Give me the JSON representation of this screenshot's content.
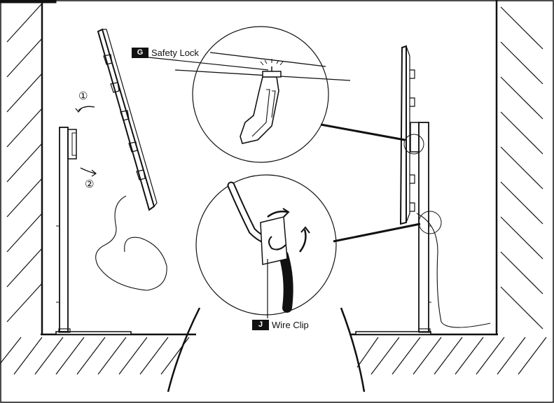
{
  "labels": {
    "safety_lock": {
      "key": "G",
      "text": "Safety Lock"
    },
    "wire_clip": {
      "key": "J",
      "text": "Wire Clip"
    }
  },
  "steps": {
    "one": "①",
    "two": "②"
  },
  "colors": {
    "ink": "#111111",
    "background": "#ffffff"
  }
}
